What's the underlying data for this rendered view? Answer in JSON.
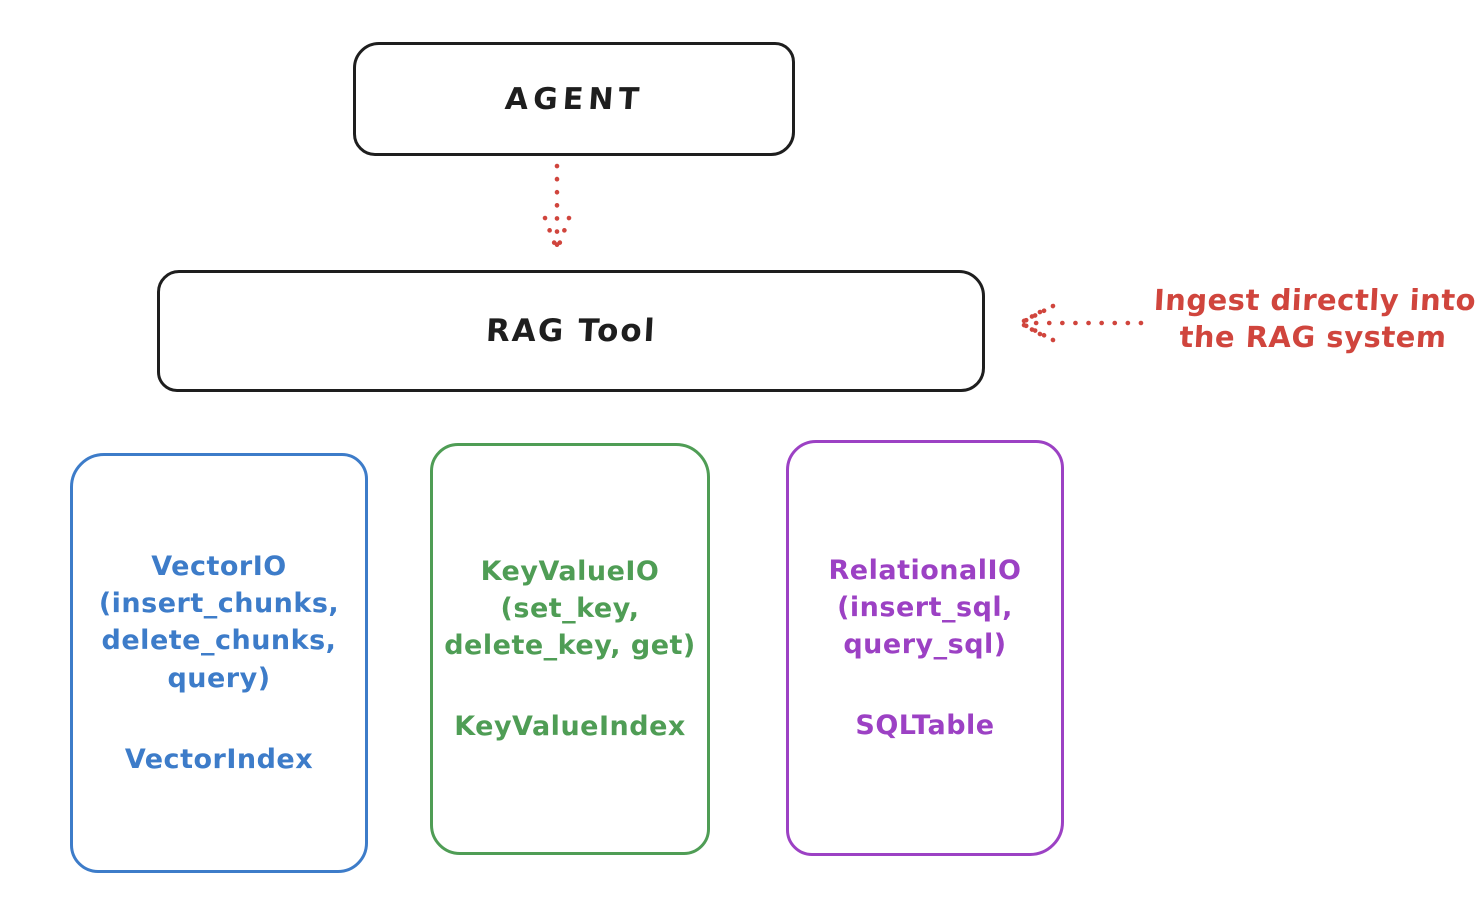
{
  "diagram": {
    "agent_box": {
      "label": "AGENT"
    },
    "rag_tool_box": {
      "label": "RAG Tool"
    },
    "annotation": {
      "line1": "Ingest directly into",
      "line2": "the RAG system"
    },
    "arrows": [
      {
        "name": "agent-to-rag-tool",
        "style": "dotted",
        "direction": "down",
        "color": "#d0453d"
      },
      {
        "name": "ingest-into-rag-tool",
        "style": "dotted",
        "direction": "left",
        "color": "#d0453d"
      }
    ],
    "io_boxes": [
      {
        "name": "vector-io",
        "lines": [
          "VectorIO",
          "(insert_chunks,",
          "delete_chunks,",
          "query)"
        ],
        "index_label": "VectorIndex",
        "color": "#3d7cc9"
      },
      {
        "name": "keyvalue-io",
        "lines": [
          "KeyValueIO",
          "(set_key,",
          "delete_key, get)"
        ],
        "index_label": "KeyValueIndex",
        "color": "#4f9d55"
      },
      {
        "name": "relational-io",
        "lines": [
          "RelationalIO",
          "(insert_sql,",
          "query_sql)"
        ],
        "index_label": "SQLTable",
        "color": "#9c41c4"
      }
    ],
    "colors": {
      "stroke": "#1e1e1e",
      "accent_red": "#d0453d",
      "vector_blue": "#3d7cc9",
      "keyvalue_green": "#4f9d55",
      "relational_purple": "#9c41c4",
      "background": "#ffffff"
    }
  }
}
